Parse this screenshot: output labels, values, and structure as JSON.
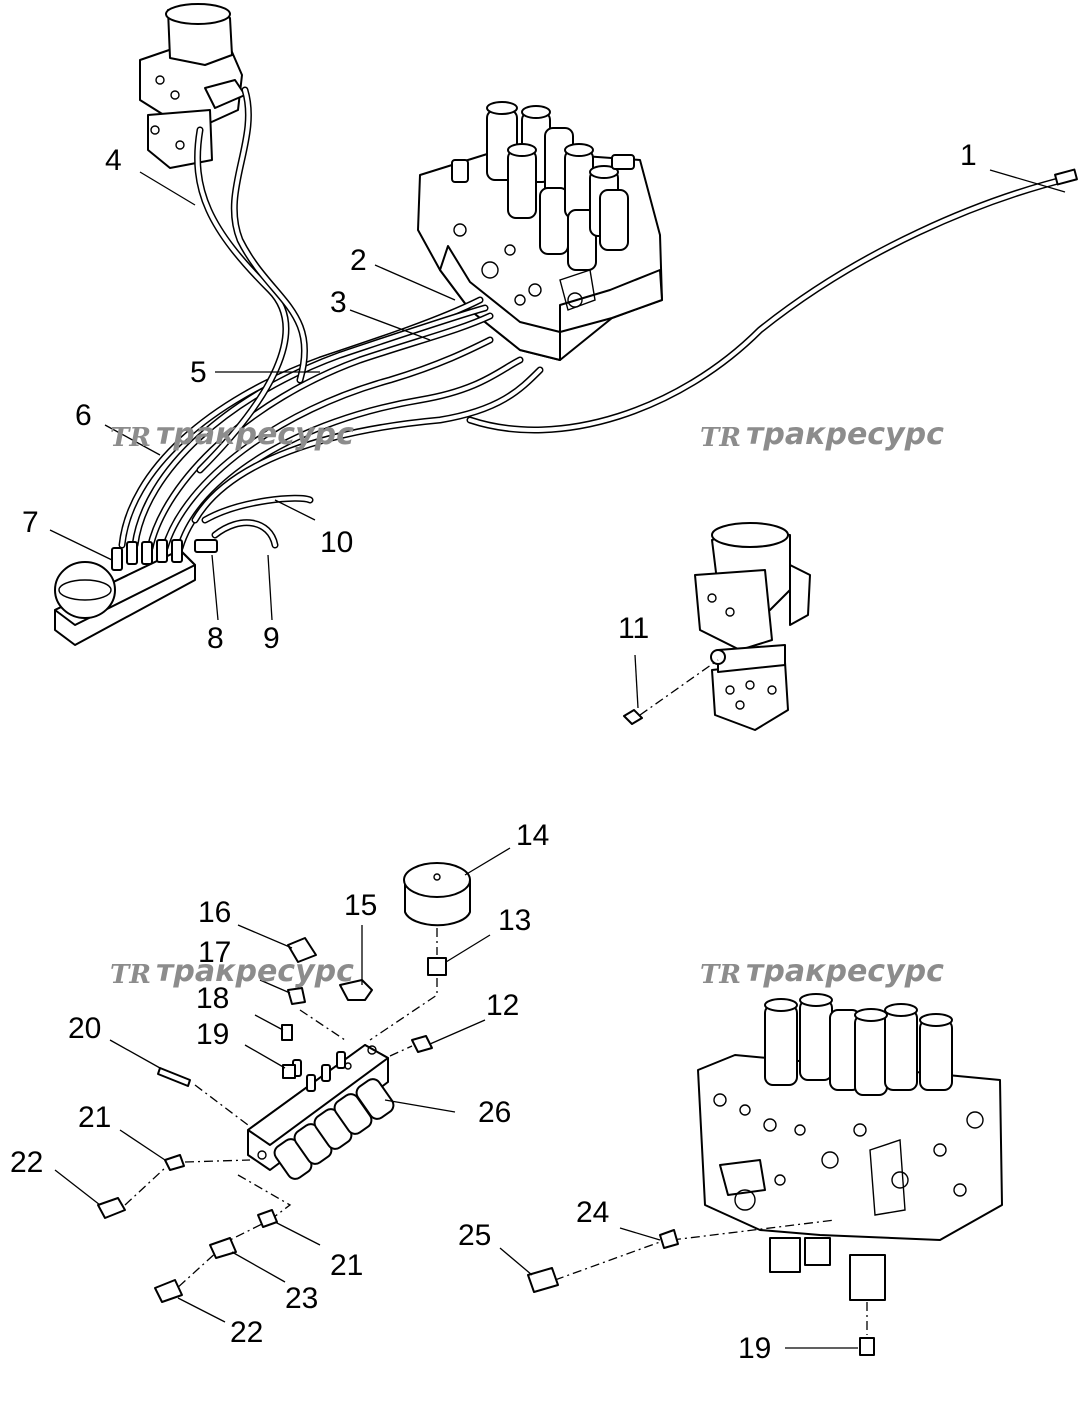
{
  "watermarks": [
    {
      "logo": "TR",
      "text": "тракресурс"
    },
    {
      "logo": "TR",
      "text": "тракресурс"
    },
    {
      "logo": "TR",
      "text": "тракресурс"
    },
    {
      "logo": "TR",
      "text": "тракресурс"
    }
  ],
  "callouts": [
    "1",
    "2",
    "3",
    "4",
    "5",
    "6",
    "7",
    "8",
    "9",
    "10",
    "11",
    "12",
    "13",
    "14",
    "15",
    "16",
    "17",
    "18",
    "19",
    "20",
    "21",
    "22",
    "21",
    "23",
    "22",
    "24",
    "25",
    "19",
    "26"
  ]
}
